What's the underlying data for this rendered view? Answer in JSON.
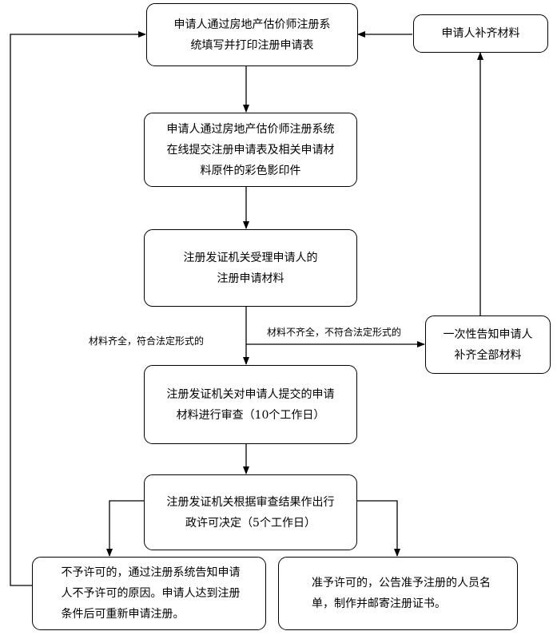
{
  "nodes": {
    "fill_form": [
      "申请人通过房地产估价师注册系",
      "统填写并打印注册申请表"
    ],
    "supplement": [
      "申请人补齐材料"
    ],
    "submit_online": [
      "申请人通过房地产估价师注册系统",
      "在线提交注册申请表及相关申请材",
      "料原件的彩色影印件"
    ],
    "accept": [
      "注册发证机关受理申请人的",
      "注册申请材料"
    ],
    "notify_once": [
      "一次性告知申请人",
      "补齐全部材料"
    ],
    "review": [
      "注册发证机关对申请人提交的申请",
      "材料进行审查（10个工作日）"
    ],
    "decision": [
      "注册发证机关根据审查结果作出行",
      "政许可决定（5个工作日）"
    ],
    "deny": [
      "不予许可的，通过注册系统告知申请",
      "人不予许可的原因。申请人达到注册",
      "条件后可重新申请注册。"
    ],
    "approve": [
      "准予许可的，公告准予注册的人员名",
      "单，制作并邮寄注册证书。"
    ]
  },
  "edge_labels": {
    "complete": "材料齐全，符合法定形式的",
    "incomplete": "材料不齐全，不符合法定形式的"
  }
}
